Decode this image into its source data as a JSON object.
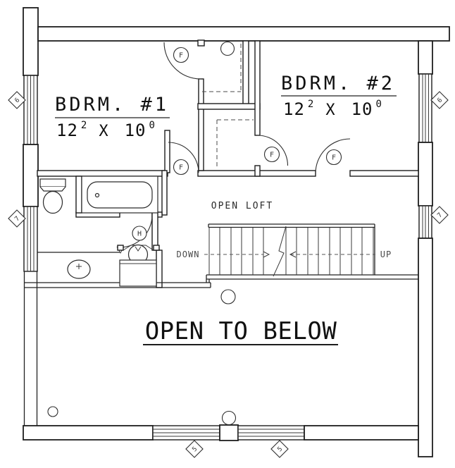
{
  "plan": {
    "rooms": {
      "bdrm1": {
        "name": "BDRM. #1",
        "dim_w_ft": "12",
        "dim_w_in": "2",
        "dim_sep": "X",
        "dim_h_ft": "10",
        "dim_h_in": "0"
      },
      "bdrm2": {
        "name": "BDRM. #2",
        "dim_w_ft": "12",
        "dim_w_in": "2",
        "dim_sep": "X",
        "dim_h_ft": "10",
        "dim_h_in": "0"
      }
    },
    "loft": {
      "label": "OPEN LOFT"
    },
    "open_below": {
      "label": "OPEN TO BELOW"
    },
    "stairs": {
      "down": "DOWN",
      "up": "UP"
    },
    "door_tags": {
      "bdrm1_closet": "F",
      "bdrm1_entry": "F",
      "bdrm2_closet": "F",
      "bdrm2_entry": "F",
      "bath": "H"
    },
    "wall_tags": {
      "left_upper": "6",
      "left_lower": "7",
      "right_upper": "6",
      "right_lower": "7",
      "bottom_left": "5",
      "bottom_right": "5"
    },
    "colors": {
      "ink": "#1d1d1d",
      "paper": "#ffffff"
    }
  }
}
